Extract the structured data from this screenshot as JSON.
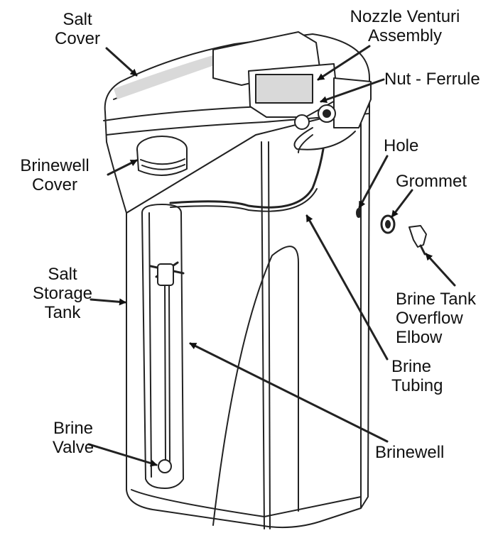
{
  "colors": {
    "ink": "#111111",
    "line": "#222222",
    "shade": "#d9d9d9",
    "background": "#ffffff"
  },
  "labels": {
    "salt_cover": [
      "Salt",
      "Cover"
    ],
    "nozzle_venturi": [
      "Nozzle Venturi",
      "Assembly"
    ],
    "nut_ferrule": [
      "Nut - Ferrule"
    ],
    "hole": [
      "Hole"
    ],
    "grommet": [
      "Grommet"
    ],
    "brinewell_cover": [
      "Brinewell",
      "Cover"
    ],
    "salt_storage_tank": [
      "Salt",
      "Storage",
      "Tank"
    ],
    "brine_tank_overflow_elbow": [
      "Brine Tank",
      "Overflow",
      "Elbow"
    ],
    "brine_tubing": [
      "Brine",
      "Tubing"
    ],
    "brine_valve": [
      "Brine",
      "Valve"
    ],
    "brinewell": [
      "Brinewell"
    ]
  }
}
